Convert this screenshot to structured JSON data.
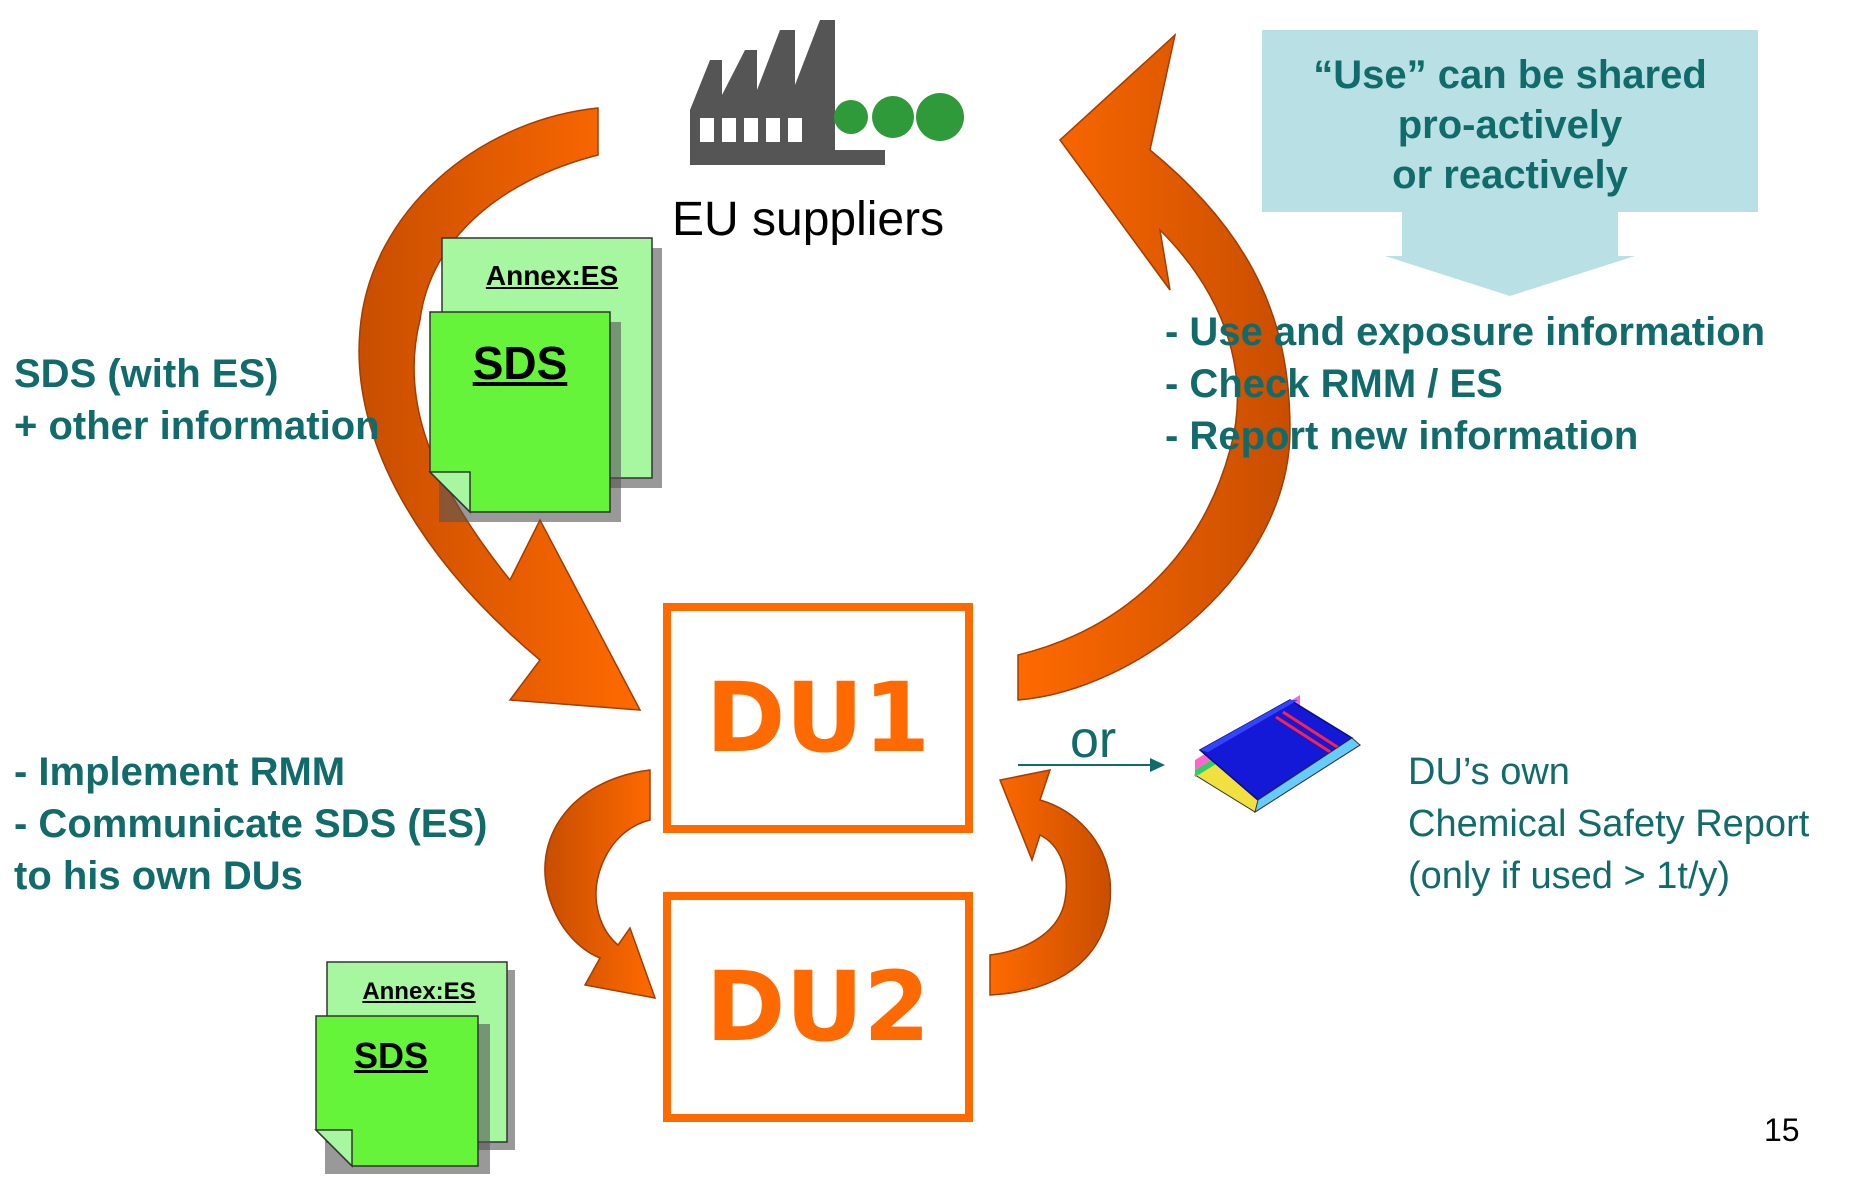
{
  "supplier": {
    "label": "EU suppliers"
  },
  "callout": {
    "lines": [
      "“Use” can be shared",
      "pro-actively",
      "or reactively"
    ]
  },
  "right_info": {
    "lines": [
      "- Use and exposure information",
      "- Check RMM / ES",
      "- Report new information"
    ]
  },
  "left_info": {
    "lines": [
      "SDS (with ES)",
      "+ other information"
    ]
  },
  "implement_info": {
    "lines": [
      "- Implement RMM",
      "- Communicate SDS (ES)",
      "to his own DUs"
    ]
  },
  "du1": {
    "label": "DU1"
  },
  "du2": {
    "label": "DU2"
  },
  "or_label": "or",
  "csr_info": {
    "lines": [
      "DU’s own",
      "Chemical Safety Report",
      "(only if used > 1t/y)"
    ]
  },
  "doc_large": {
    "annex": "Annex:ES",
    "sds": "SDS"
  },
  "doc_small": {
    "annex": "Annex:ES",
    "sds": "SDS"
  },
  "page_number": "15",
  "colors": {
    "arrow_fill": "#ff6a00",
    "arrow_shade": "#c84e00",
    "teal_text": "#116b6b",
    "callout_bg": "#b9e0e4",
    "factory_grey": "#555555",
    "dot_green": "#2f9a3a",
    "doc_back": "#a6f7a0",
    "doc_front": "#66f43a",
    "book_blue": "#1419d8"
  }
}
